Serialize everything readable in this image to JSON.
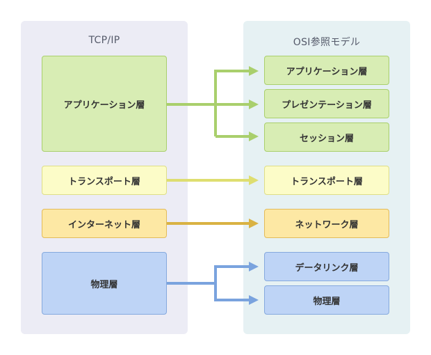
{
  "tcp_ip": {
    "title": "TCP/IP",
    "layers": {
      "application": "アプリケーション層",
      "transport": "トランスポート層",
      "internet": "インターネット層",
      "physical": "物理層"
    }
  },
  "osi": {
    "title": "OSI参照モデル",
    "layers": {
      "application": "アプリケーション層",
      "presentation": "プレゼンテーション層",
      "session": "セッション層",
      "transport": "トランスポート層",
      "network": "ネットワーク層",
      "datalink": "データリンク層",
      "physical": "物理層"
    }
  },
  "colors": {
    "application_green": "#a9cf6c",
    "transport_yellow": "#dede70",
    "internet_orange": "#d9b243",
    "physical_blue": "#7aa3de"
  }
}
